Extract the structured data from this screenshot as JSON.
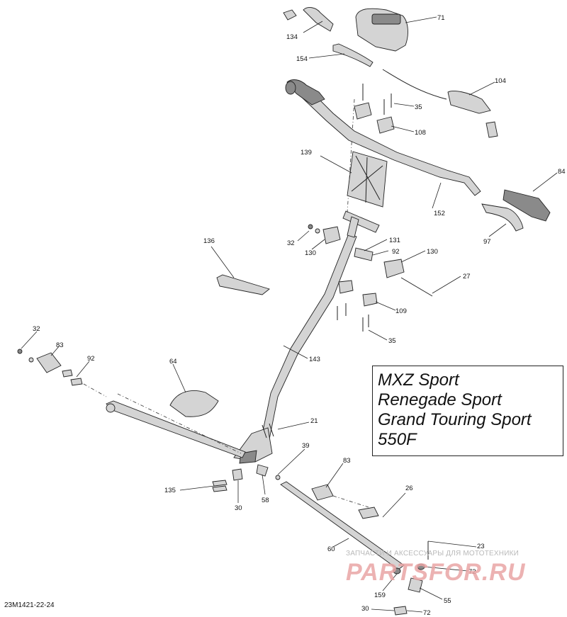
{
  "models": [
    "MXZ Sport",
    "Renegade Sport",
    "Grand Touring Sport",
    "550F"
  ],
  "drawing_number": "23M1421-22-24",
  "watermark": {
    "caption": "ЗАПЧАСТИ И АКСЕССУАРЫ ДЛЯ МОТОТЕХНИКИ",
    "logo": "PARTSFOR.RU"
  },
  "callouts": [
    "134",
    "71",
    "154",
    "104",
    "35",
    "108",
    "139",
    "84",
    "152",
    "97",
    "32",
    "130",
    "131",
    "92",
    "130",
    "136",
    "27",
    "109",
    "35",
    "143",
    "32",
    "83",
    "92",
    "64",
    "21",
    "39",
    "83",
    "135",
    "30",
    "58",
    "26",
    "23",
    "60",
    "72",
    "159",
    "55",
    "30",
    "72"
  ]
}
